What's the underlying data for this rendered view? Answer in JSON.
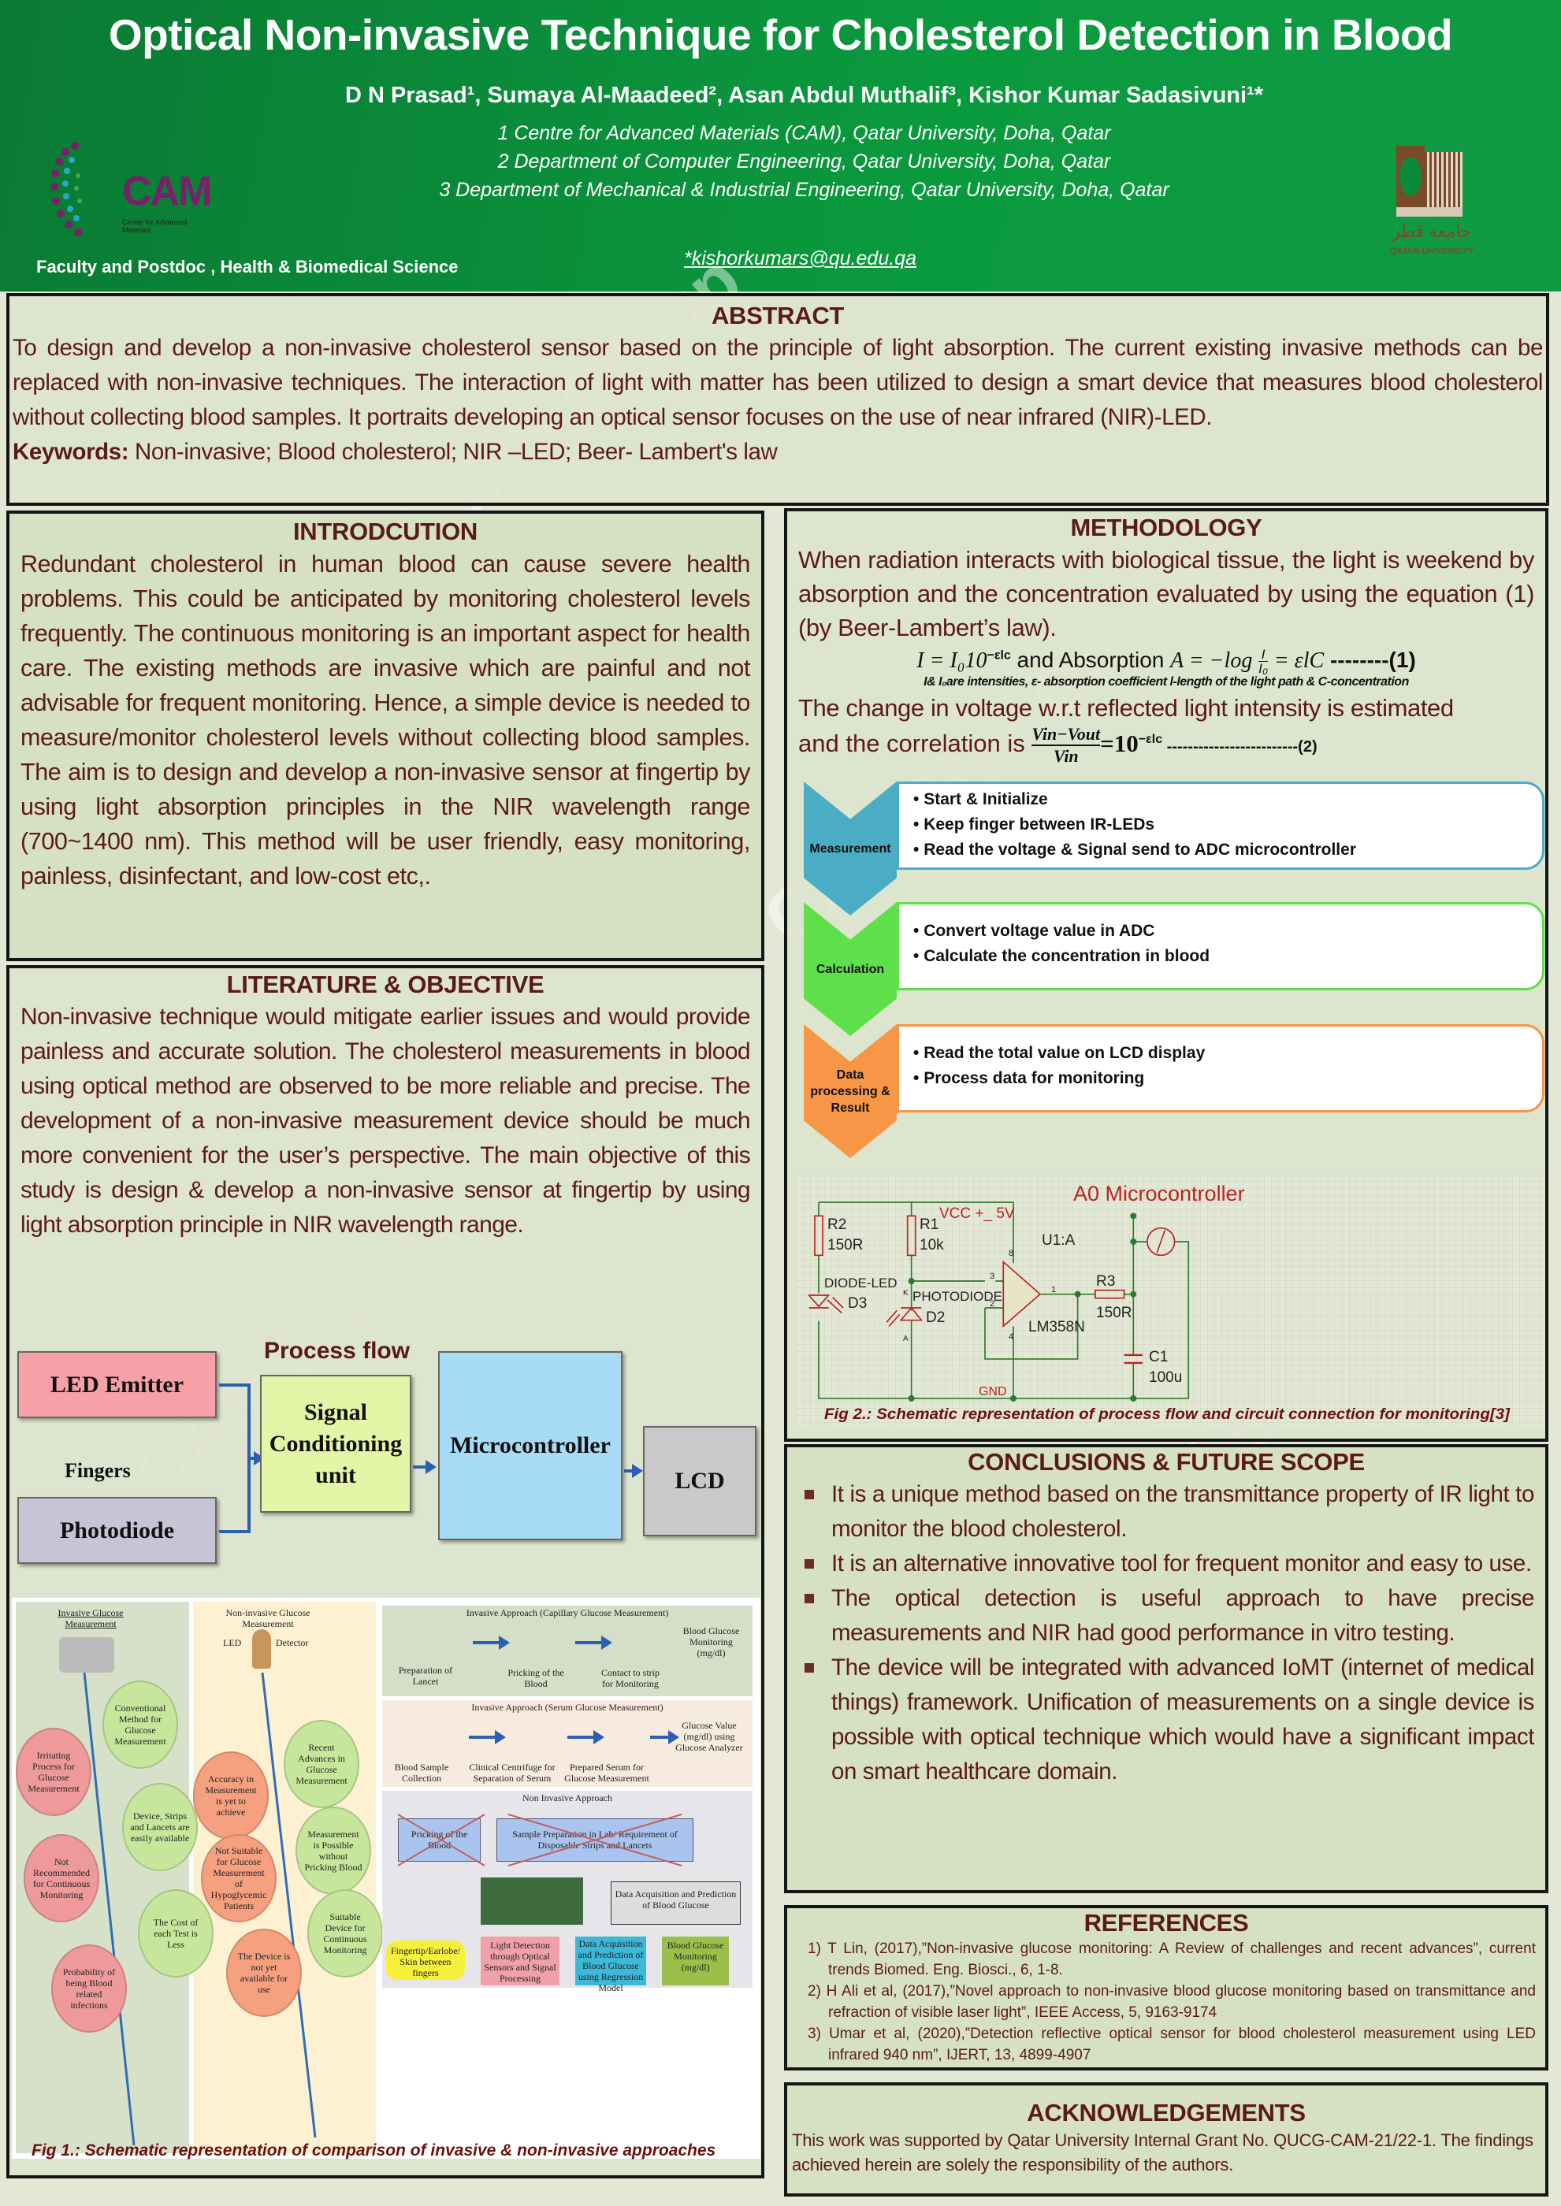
{
  "header": {
    "title": "Optical Non-invasive Technique for Cholesterol Detection in Blood",
    "authors": "D N Prasad¹, Sumaya Al-Maadeed², Asan Abdul Muthalif³, Kishor Kumar Sadasivuni¹*",
    "affiliations": [
      "1 Centre for Advanced Materials (CAM), Qatar University, Doha, Qatar",
      "2 Department of Computer Engineering, Qatar University, Doha, Qatar",
      "3 Department of Mechanical & Industrial Engineering, Qatar University, Doha, Qatar"
    ],
    "email": "*kishorkumars@qu.edu.qa",
    "category": "Faculty and Postdoc , Health & Biomedical Science",
    "cam_logo": {
      "text": "CAM",
      "subtitle": "Center for Advanced Materials"
    },
    "qu_logo": {
      "arabic": "جامعة قطر",
      "text": "QATAR UNIVERSITY"
    }
  },
  "watermark": "CAM SNS Group",
  "abstract": {
    "heading": "ABSTRACT",
    "text": "To design and develop a non-invasive cholesterol sensor based on the principle of light absorption. The current existing invasive methods can be replaced with non-invasive techniques. The interaction of light with matter has been utilized to design a smart device that measures blood cholesterol without collecting blood samples. It portraits developing an optical sensor focuses on the use of near infrared (NIR)-LED.",
    "keywords_label": "Keywords:",
    "keywords": " Non-invasive; Blood cholesterol; NIR –LED; Beer- Lambert's law"
  },
  "introduction": {
    "heading": "INTRODCUTION",
    "text": "Redundant cholesterol in human blood can cause severe health problems. This could be anticipated by monitoring cholesterol levels frequently. The continuous monitoring is an important aspect for health care. The existing methods are invasive which are painful and not advisable for frequent monitoring. Hence, a simple device is needed to measure/monitor cholesterol levels without collecting blood samples. The aim is to design and develop a non-invasive sensor at fingertip by using light absorption principles in the NIR wavelength range (700~1400 nm). This method will be user friendly, easy monitoring, painless, disinfectant, and low-cost etc,."
  },
  "literature": {
    "heading": "LITERATURE & OBJECTIVE",
    "text": "Non-invasive technique would mitigate earlier issues and would provide painless and accurate solution. The cholesterol measurements in blood using optical method are observed to be more reliable and precise. The development of a non-invasive measurement device should be much more convenient for the user’s perspective. The main objective of this study is design & develop a non-invasive sensor at fingertip by using light absorption principle in NIR wavelength range."
  },
  "process_flow": {
    "title": "Process flow",
    "led": "LED Emitter",
    "fingers": "Fingers",
    "photodiode": "Photodiode",
    "signal": "Signal Conditioning unit",
    "micro": "Microcontroller",
    "lcd": "LCD"
  },
  "fig1": {
    "caption": "Fig 1.: Schematic representation of comparison of invasive & non-invasive approaches",
    "invasive_title": "Invasive Glucose Measurement",
    "noninvasive_title": "Non-invasive Glucose Measurement",
    "led": "LED",
    "detector": "Detector",
    "invasive_pros": [
      "Conventional Method for Glucose Measurement",
      "Device, Strips and Lancets are easily available",
      "The Cost of each Test is Less"
    ],
    "invasive_cons": [
      "Irritating Process for Glucose Measurement",
      "Not Recommended for Continuous Monitoring",
      "Probability of being Blood related infections"
    ],
    "noninvasive_pros": [
      "Recent Advances in Glucose Measurement",
      "Measurement is Possible without Pricking Blood",
      "Suitable Device for Continuous Monitoring"
    ],
    "noninvasive_cons": [
      "Accuracy in Measurement is yet to achieve",
      "Not Suitable for Glucose Measurement of Hypoglycemic Patients",
      "The Device is not yet available for use"
    ],
    "capillary": {
      "title": "Invasive Approach (Capillary Glucose Measurement)",
      "steps": [
        "Preparation of Lancet",
        "Pricking of the Blood",
        "Contact to strip for Monitoring",
        "Blood Glucose Monitoring (mg/dl)"
      ]
    },
    "serum": {
      "title": "Invasive Approach (Serum Glucose Measurement)",
      "steps": [
        "Blood Sample Collection",
        "Clinical Centrifuge for Separation of Serum",
        "Prepared Serum for Glucose Measurement",
        "Glucose Value (mg/dl) using Glucose Analyzer"
      ]
    },
    "noninv": {
      "title": "Non Invasive Approach",
      "crossed": [
        "Pricking of the Blood",
        "Sample Preparation in Lab/ Requirement of Disposable Strips and Lancets"
      ],
      "daq": "Data Acquisition and Prediction of Blood Glucose",
      "flow": [
        "Fingertip/Earlobe/ Skin between fingers",
        "Light Detection through Optical Sensors and Signal Processing",
        "Data Acquisition and Prediction of Blood Glucose using Regression Model",
        "Blood Glucose Monitoring (mg/dl)"
      ]
    }
  },
  "methodology": {
    "heading": "METHODOLOGY",
    "text": "When radiation interacts with biological tissue, the light is weekend by absorption and the concentration evaluated by using the equation (1) (by Beer-Lambert’s law).",
    "eq1_a": "I = I₀10",
    "eq1_exp": "−εlc",
    "eq1_mid": " and Absorption ",
    "eq1_b": "A = −log",
    "eq1_frac_num": "I",
    "eq1_frac_den": "I₀",
    "eq1_c": "= εlC",
    "eq1_tag": " --------(1)",
    "eq_note": "I& I₀are intensities, ε- absorption coefficient l-length of the light path & C-concentration",
    "text2": "The change in voltage w.r.t reflected light intensity is estimated",
    "text3": "and the correlation is",
    "eq2_num": "Vin−Vout",
    "eq2_den": "Vin",
    "eq2_rhs": "=10",
    "eq2_exp": "−εlc",
    "eq2_tag": " -------------------------(2)",
    "steps": [
      {
        "label": "Measurement",
        "color": "#4bacc6",
        "items": [
          "Start & Initialize",
          "Keep finger between IR-LEDs",
          "Read the voltage & Signal send to ADC microcontroller"
        ]
      },
      {
        "label": "Calculation",
        "color": "#5ee04a",
        "items": [
          "Convert voltage value in ADC",
          "Calculate the concentration in blood"
        ]
      },
      {
        "label": "Data processing & Result",
        "color": "#f79646",
        "items": [
          "Read the total value on LCD display",
          "Process data for monitoring"
        ]
      }
    ]
  },
  "circuit": {
    "title": "A0 Microcontroller",
    "vcc": "VCC +_ 5V",
    "r2": "R2",
    "r2v": "150R",
    "r1": "R1",
    "r1v": "10k",
    "led": "DIODE-LED",
    "d3": "D3",
    "pd": "PHOTODIODE",
    "d2": "D2",
    "k": "K",
    "a": "A",
    "u1": "U1:A",
    "opamp": "LM358N",
    "r3": "R3",
    "r3v": "150R",
    "c1": "C1",
    "c1v": "100u",
    "gnd": "GND",
    "pins": [
      "8",
      "3",
      "2",
      "1",
      "4"
    ],
    "caption": "Fig 2.: Schematic representation of process flow and circuit connection for monitoring[3]"
  },
  "conclusions": {
    "heading": "CONCLUSIONS & FUTURE SCOPE",
    "items": [
      "It is a unique method based on the transmittance property of IR light to monitor the blood cholesterol.",
      "It is an alternative innovative tool for frequent monitor and easy to use.",
      "The optical detection is useful approach to have precise measurements and NIR had good performance in vitro testing.",
      "The device will be integrated with advanced IoMT (internet of medical things) framework. Unification of measurements on a single device is possible with optical technique which would have a significant impact on smart healthcare domain."
    ]
  },
  "references": {
    "heading": "REFERENCES",
    "items": [
      "1)  T Lin, (2017),”Non-invasive glucose monitoring: A Review of challenges and recent advances”, current trends Biomed. Eng. Biosci., 6, 1-8.",
      "2)  H Ali et al, (2017),”Novel approach to non-invasive blood glucose monitoring based on transmittance and refraction of visible laser light”, IEEE Access, 5, 9163-9174",
      "3)  Umar et al, (2020),”Detection reflective optical sensor for blood cholesterol measurement using LED infrared 940 nm”, IJERT, 13, 4899-4907"
    ]
  },
  "acknowledgements": {
    "heading": "ACKNOWLEDGEMENTS",
    "text": "This work was supported by Qatar University Internal Grant No. QUCG-CAM-21/22-1. The findings achieved herein are solely the responsibility of the authors."
  }
}
